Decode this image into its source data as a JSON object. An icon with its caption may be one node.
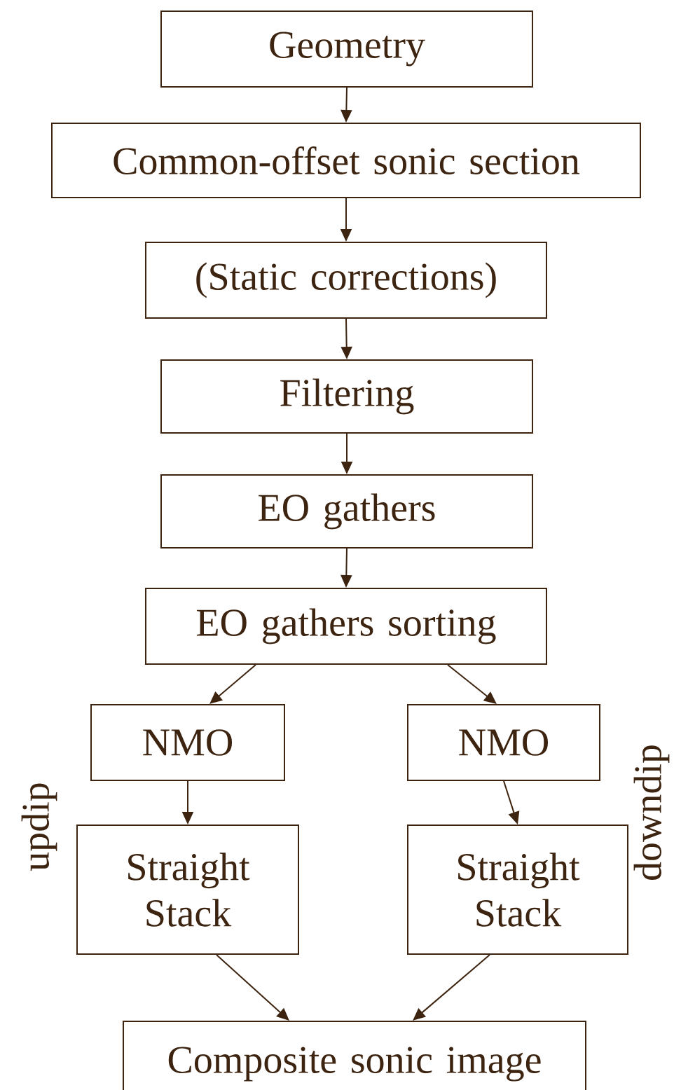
{
  "diagram": {
    "nodes": [
      {
        "text": [
          "Geometry"
        ]
      },
      {
        "text": [
          "Common-offset sonic section"
        ]
      },
      {
        "text": [
          "(Static corrections)"
        ]
      },
      {
        "text": [
          "Filtering"
        ]
      },
      {
        "text": [
          "EO gathers"
        ]
      },
      {
        "text": [
          "EO gathers sorting"
        ]
      },
      {
        "text": [
          "NMO"
        ]
      },
      {
        "text": [
          "NMO"
        ]
      },
      {
        "text": [
          "Straight Stack"
        ]
      },
      {
        "text": [
          "Straight Stack"
        ]
      },
      {
        "text": [
          "Composite sonic image"
        ]
      }
    ],
    "edges": [
      {
        "from": 0,
        "to": 1,
        "arrow": "to"
      },
      {
        "from": 1,
        "to": 2,
        "arrow": "to"
      },
      {
        "from": 2,
        "to": 3,
        "arrow": "to"
      },
      {
        "from": 3,
        "to": 4,
        "arrow": "to"
      },
      {
        "from": 4,
        "to": 5,
        "arrow": "to"
      },
      {
        "from": 5,
        "to": 6,
        "arrow": "to"
      },
      {
        "from": 5,
        "to": 7,
        "arrow": "to"
      },
      {
        "from": 6,
        "to": 8,
        "arrow": "to"
      },
      {
        "from": 7,
        "to": 9,
        "arrow": "to"
      },
      {
        "from": 8,
        "to": 10,
        "arrow": "to"
      },
      {
        "from": 9,
        "to": 10,
        "arrow": "to"
      }
    ],
    "labels": [
      "updip",
      "downdip"
    ]
  }
}
